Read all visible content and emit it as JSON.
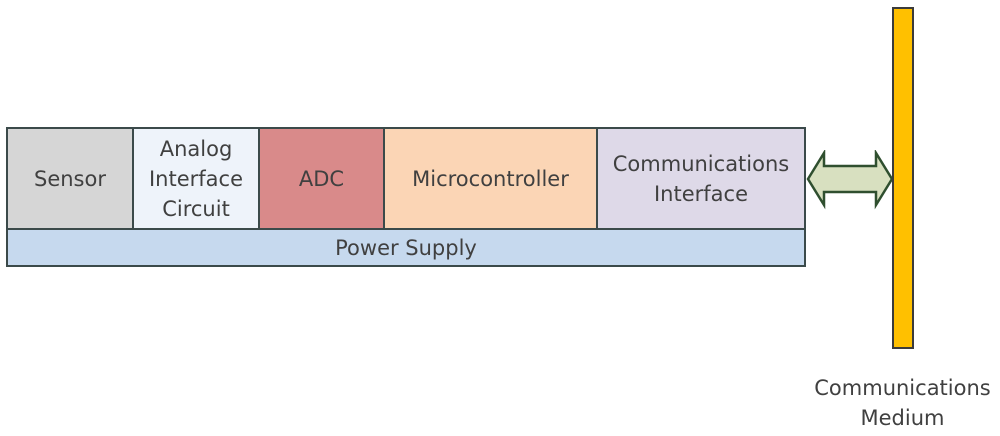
{
  "blocks": {
    "sensor": {
      "label": "Sensor",
      "color": "#d6d6d6"
    },
    "analog": {
      "label": "Analog\nInterface\nCircuit",
      "color": "#eef3fa"
    },
    "adc": {
      "label": "ADC",
      "color": "#d98a8a"
    },
    "micro": {
      "label": "Microcontroller",
      "color": "#fbd5b5"
    },
    "comm": {
      "label": "Communications\nInterface",
      "color": "#ded9e8"
    },
    "power": {
      "label": "Power Supply",
      "color": "#c6d9ee"
    }
  },
  "medium": {
    "label": "Communications\nMedium",
    "color": "#ffc000"
  },
  "arrow": {
    "color": "#d8e0c0",
    "type": "bidirectional"
  }
}
